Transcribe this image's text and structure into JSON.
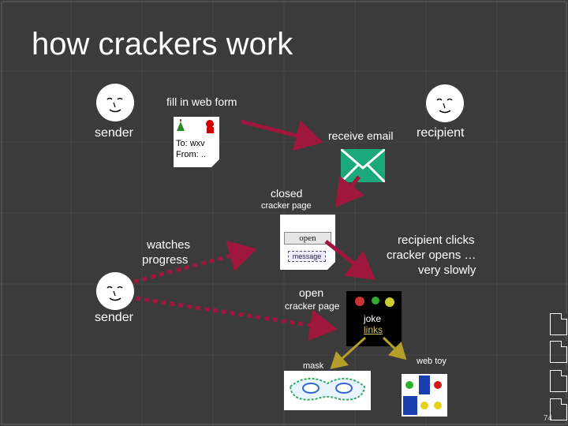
{
  "slide": {
    "title": "how crackers work",
    "page_number": "74"
  },
  "labels": {
    "fill_form": "fill in web form",
    "sender_top": "sender",
    "receive_email": "receive email",
    "recipient": "recipient",
    "closed": "closed",
    "cracker_page_1": "cracker page",
    "watches": "watches",
    "progress": "progress",
    "clicks_1": "recipient clicks",
    "clicks_2": "cracker opens …",
    "clicks_3": "very slowly",
    "open": "open",
    "cracker_page_2": "cracker page",
    "sender_bottom": "sender",
    "mask": "mask",
    "web_toy": "web toy"
  },
  "form_card": {
    "to": "To: wxv",
    "from": "From: .."
  },
  "closed_card": {
    "open_button": "open",
    "message_button": "message"
  },
  "open_card": {
    "line1": "joke",
    "line2": "links"
  },
  "colors": {
    "arrow": "#a0173e",
    "yellow_arrow": "#b59f2a",
    "email_icon": "#1ba87a"
  }
}
